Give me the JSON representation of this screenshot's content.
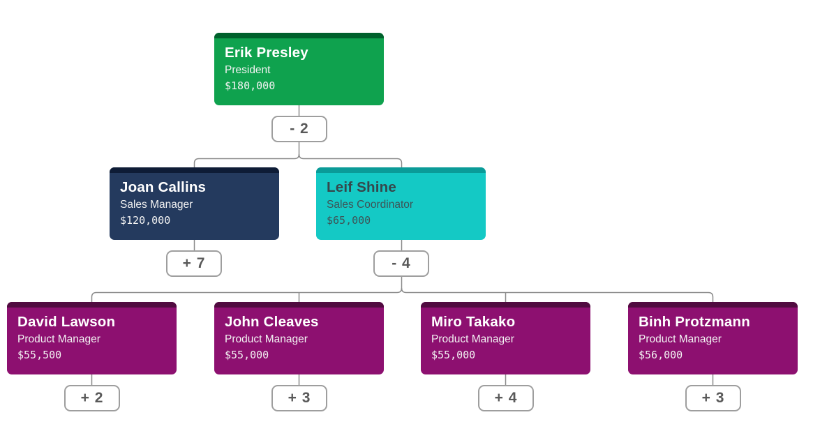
{
  "org_chart": {
    "type": "organization-chart",
    "background_color": "#FFFFFF",
    "connector_color": "#8A8A8A",
    "button_style": {
      "background": "#FFFFFF",
      "border_color": "#9E9E9E",
      "text_color": "#595959"
    },
    "nodes": [
      {
        "name": "Erik Presley",
        "title": "President",
        "salary": "$180,000",
        "parent": null,
        "card_color": "#0FA24E",
        "bar_color": "#00612C",
        "text_color": "#FFFFFF",
        "expand_label": "- 2"
      },
      {
        "name": "Joan Callins",
        "title": "Sales Manager",
        "salary": "$120,000",
        "parent": "Erik Presley",
        "card_color": "#243A5E",
        "bar_color": "#0E1C36",
        "text_color": "#FFFFFF",
        "expand_label": "+ 7"
      },
      {
        "name": "Leif Shine",
        "title": "Sales Coordinator",
        "salary": "$65,000",
        "parent": "Erik Presley",
        "card_color": "#14C9C5",
        "bar_color": "#0A9B98",
        "text_color": "#35474B",
        "expand_label": "- 4"
      },
      {
        "name": "David Lawson",
        "title": "Product Manager",
        "salary": "$55,500",
        "parent": "Leif Shine",
        "card_color": "#8D1070",
        "bar_color": "#510B40",
        "text_color": "#FFFFFF",
        "expand_label": "+ 2"
      },
      {
        "name": "John Cleaves",
        "title": "Product Manager",
        "salary": "$55,000",
        "parent": "Leif Shine",
        "card_color": "#8D1070",
        "bar_color": "#510B40",
        "text_color": "#FFFFFF",
        "expand_label": "+ 3"
      },
      {
        "name": "Miro Takako",
        "title": "Product Manager",
        "salary": "$55,000",
        "parent": "Leif Shine",
        "card_color": "#8D1070",
        "bar_color": "#510B40",
        "text_color": "#FFFFFF",
        "expand_label": "+ 4"
      },
      {
        "name": "Binh Protzmann",
        "title": "Product Manager",
        "salary": "$56,000",
        "parent": "Leif Shine",
        "card_color": "#8D1070",
        "bar_color": "#510B40",
        "text_color": "#FFFFFF",
        "expand_label": "+ 3"
      }
    ]
  }
}
